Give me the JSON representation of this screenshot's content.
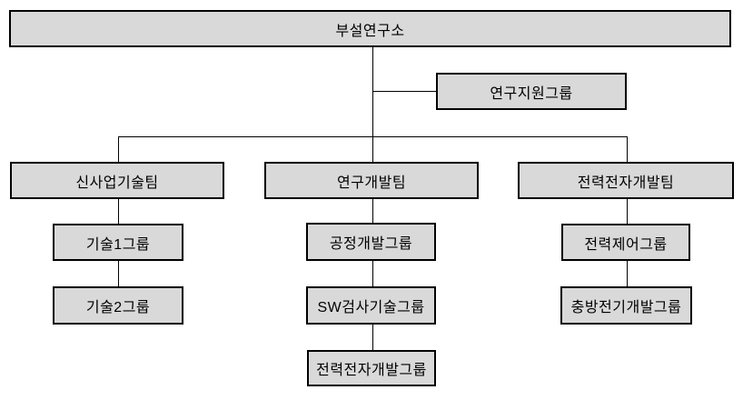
{
  "chart": {
    "type": "org-chart",
    "colors": {
      "box_fill": "#d9d9d9",
      "box_border": "#000000",
      "connector": "#000000",
      "text": "#000000",
      "background": "#ffffff"
    },
    "root": {
      "label": "부설연구소"
    },
    "support": {
      "label": "연구지원그룹"
    },
    "teams": [
      {
        "label": "신사업기술팀",
        "children": [
          {
            "label": "기술1그룹"
          },
          {
            "label": "기술2그룹"
          }
        ]
      },
      {
        "label": "연구개발팀",
        "children": [
          {
            "label": "공정개발그룹"
          },
          {
            "label": "SW검사기술그룹"
          },
          {
            "label": "전력전자개발그룹"
          }
        ]
      },
      {
        "label": "전력전자개발팀",
        "children": [
          {
            "label": "전력제어그룹"
          },
          {
            "label": "충방전기개발그룹"
          }
        ]
      }
    ]
  }
}
